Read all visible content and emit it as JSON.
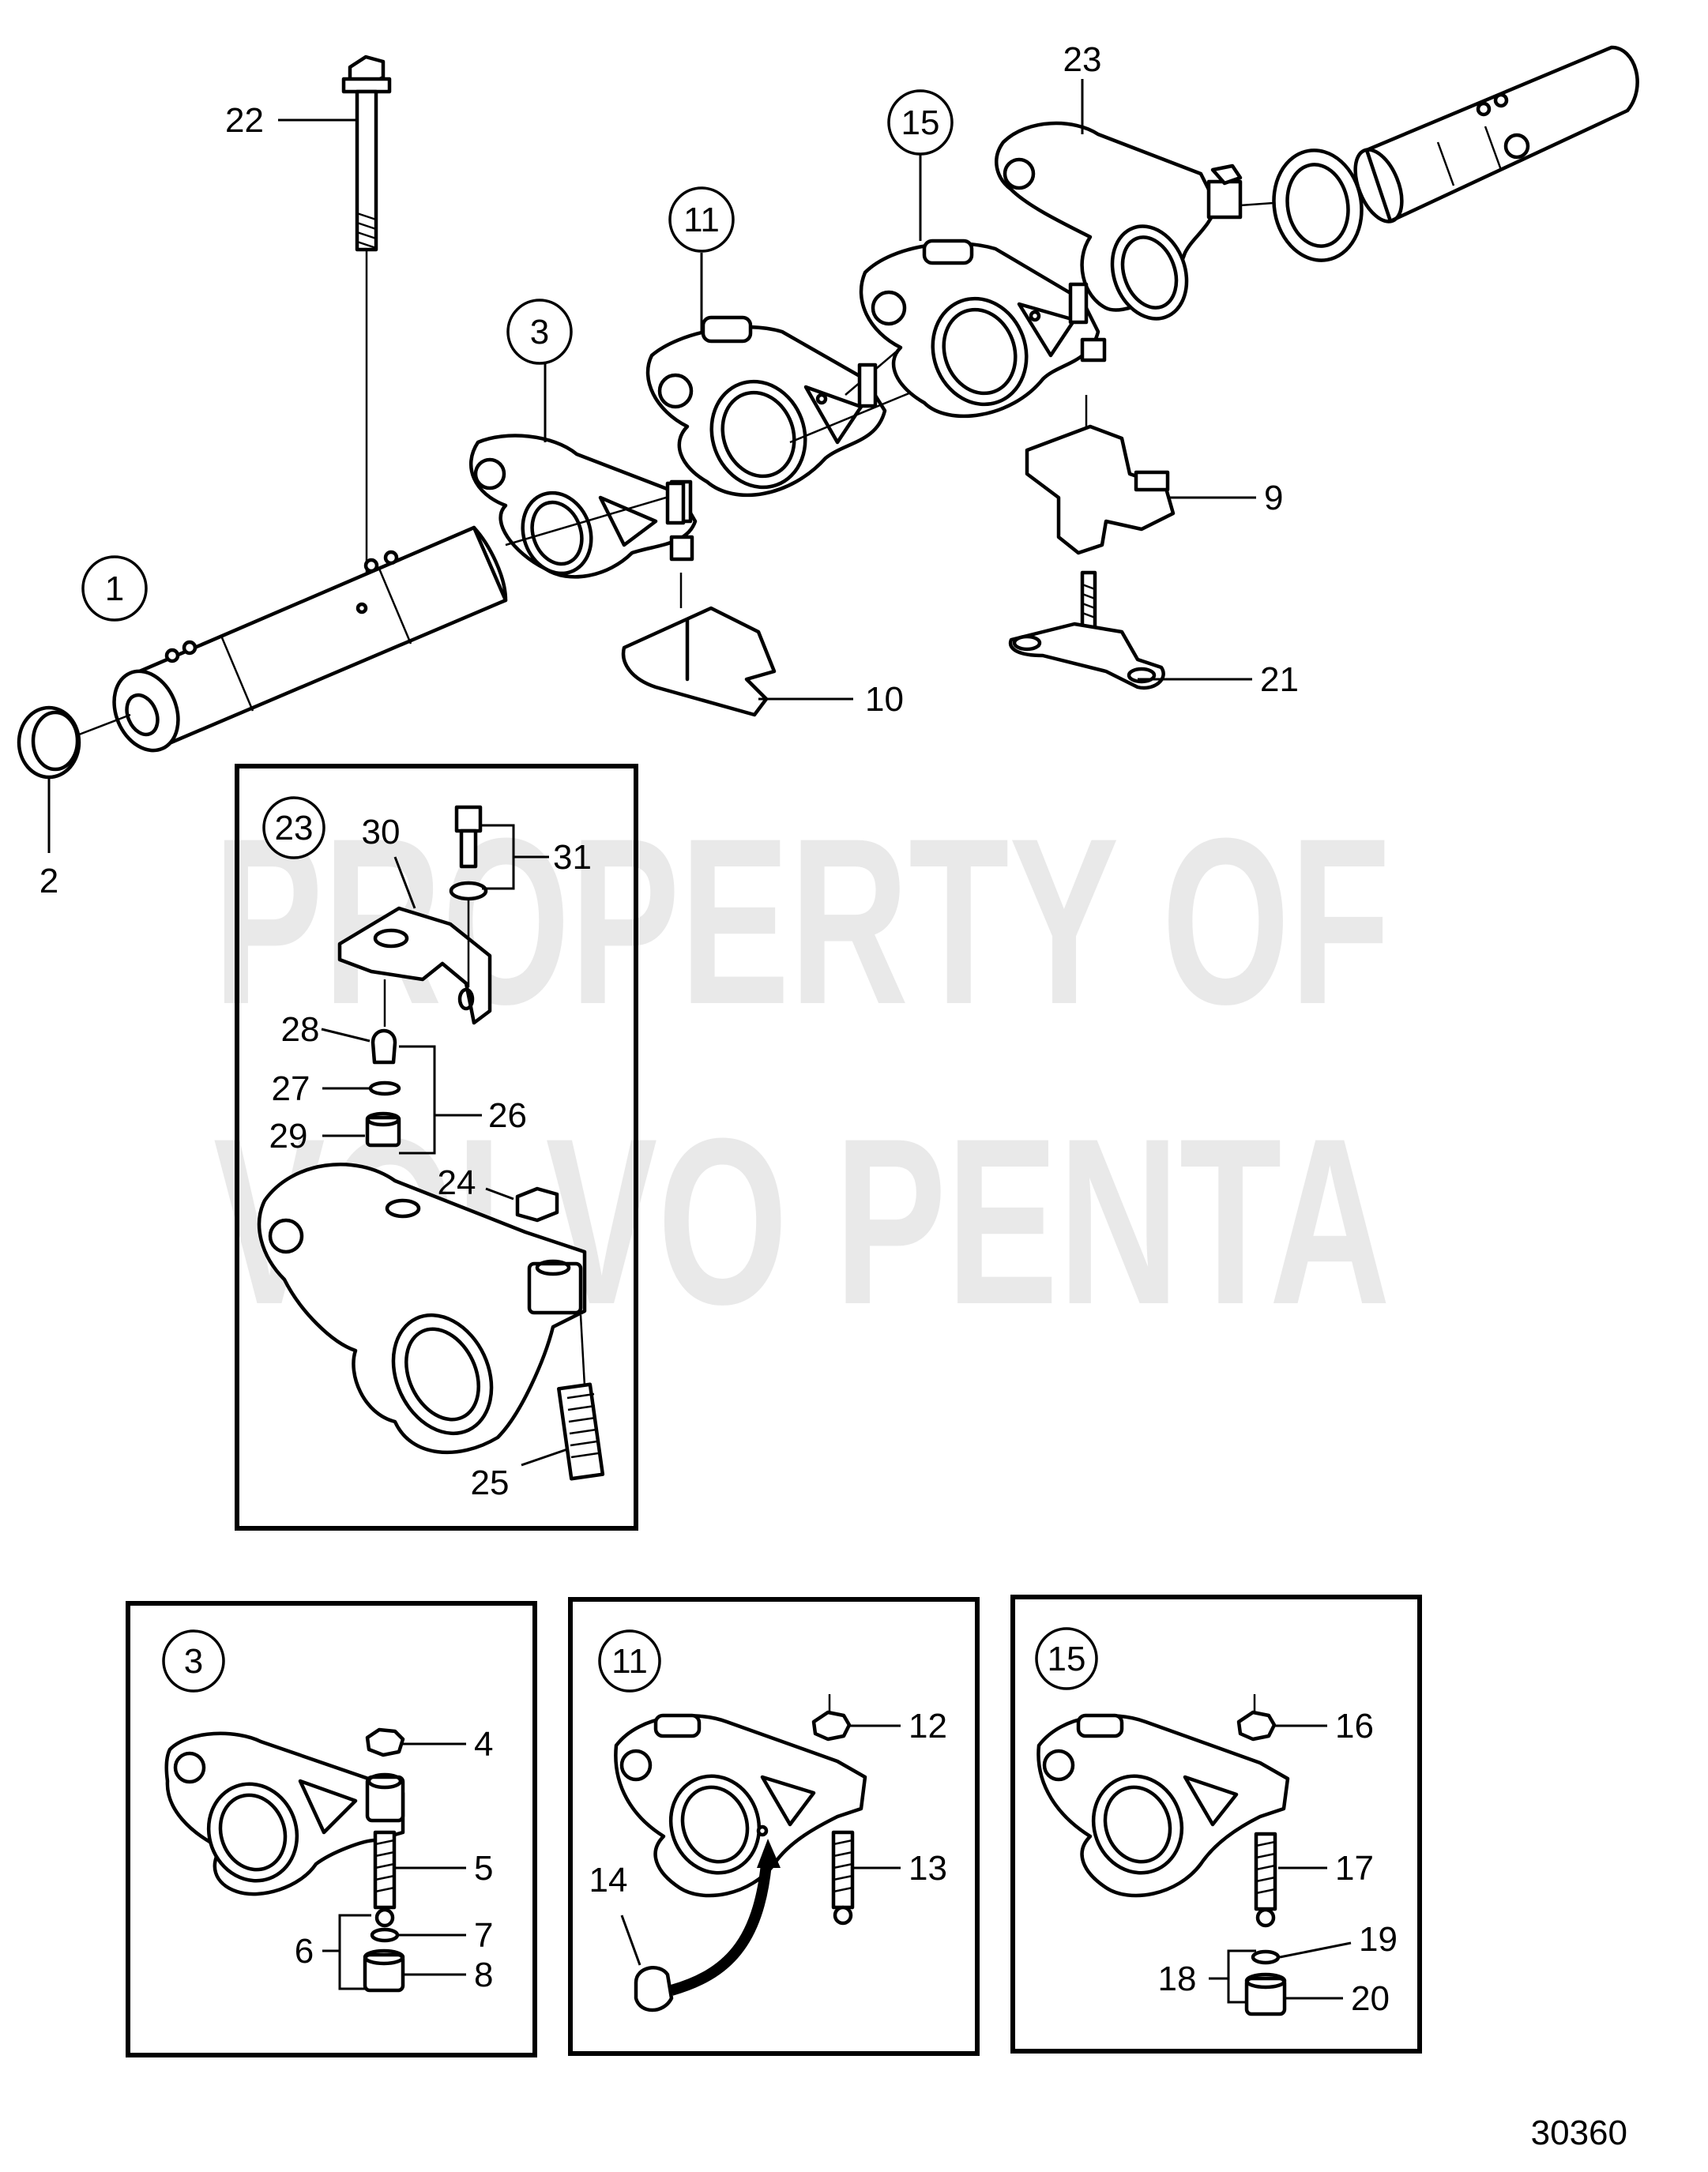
{
  "watermark": [
    "PROPERTY OF",
    "VOLVO PENTA"
  ],
  "drawing_number": "30360",
  "callouts": {
    "c1": "1",
    "c2": "2",
    "c3": "3",
    "c9": "9",
    "c10": "10",
    "c11": "11",
    "c15": "15",
    "c21": "21",
    "c22": "22",
    "c23": "23"
  },
  "detail_23": {
    "header": "23",
    "labels": {
      "l24": "24",
      "l25": "25",
      "l26": "26",
      "l27": "27",
      "l28": "28",
      "l29": "29",
      "l30": "30",
      "l31": "31"
    }
  },
  "detail_3": {
    "header": "3",
    "labels": {
      "l4": "4",
      "l5": "5",
      "l6": "6",
      "l7": "7",
      "l8": "8"
    }
  },
  "detail_11": {
    "header": "11",
    "labels": {
      "l12": "12",
      "l13": "13",
      "l14": "14"
    }
  },
  "detail_15": {
    "header": "15",
    "labels": {
      "l16": "16",
      "l17": "17",
      "l18": "18",
      "l19": "19",
      "l20": "20"
    }
  }
}
